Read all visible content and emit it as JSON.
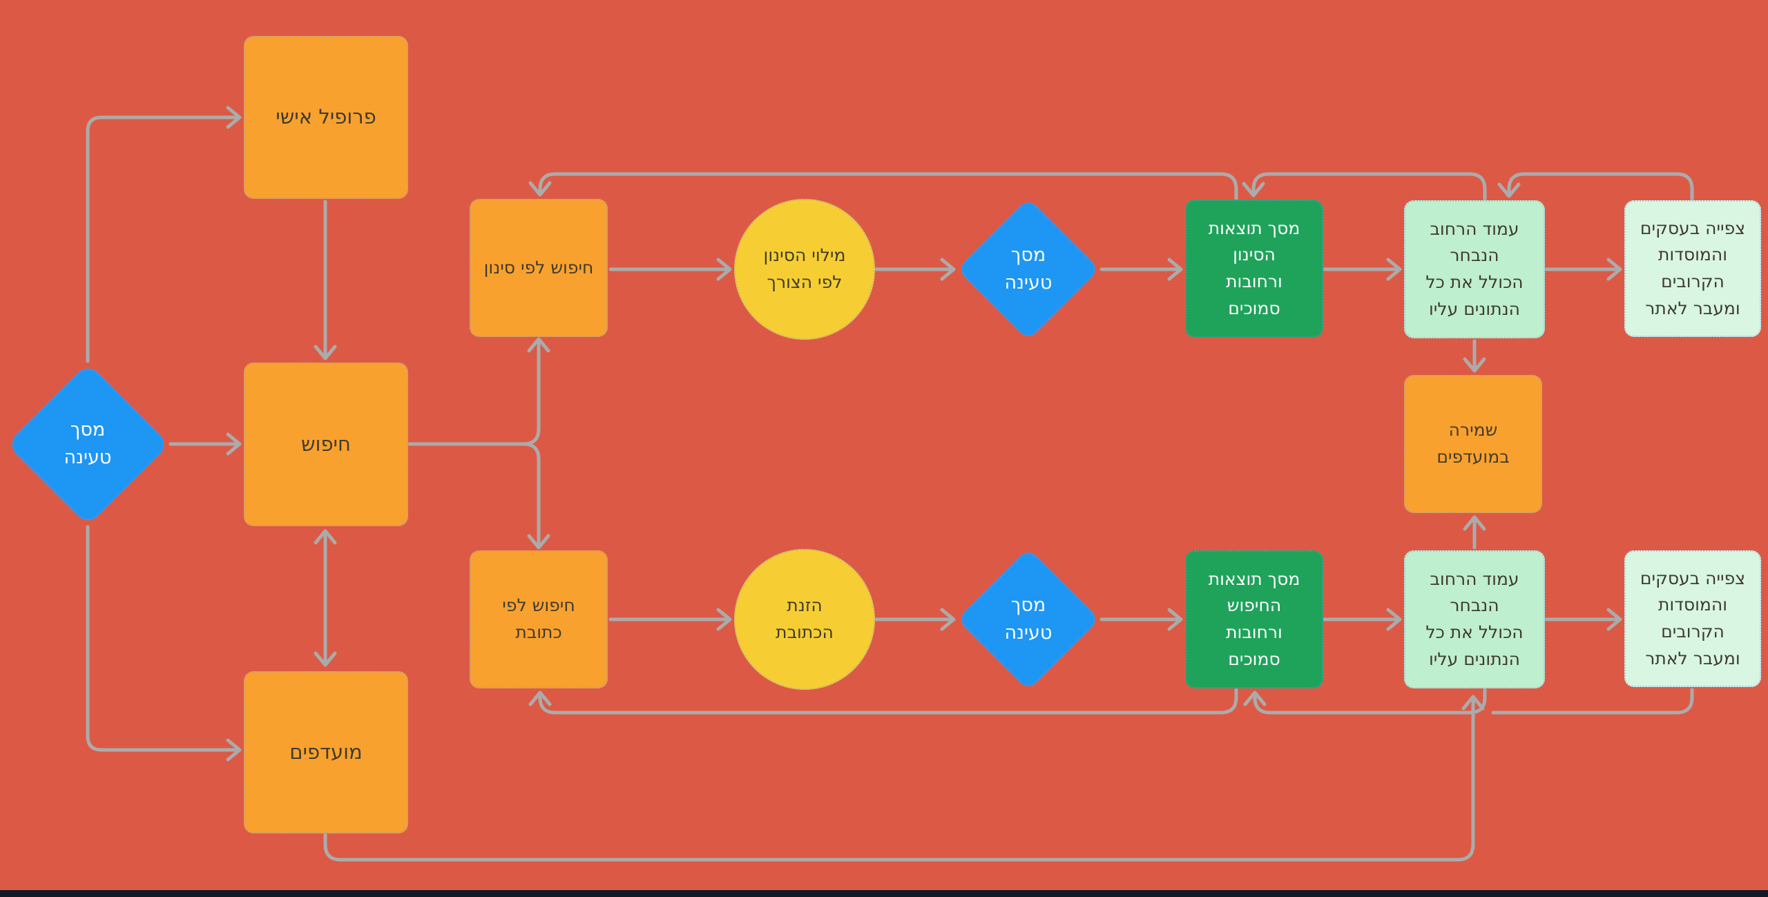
{
  "canvas": {
    "background_color": "#dc5a45",
    "connector_color": "#ababab",
    "bottom_edge_color": "#121826"
  },
  "colors": {
    "orange_shape": "#f9a12e",
    "yellow_circle": "#f6ce33",
    "blue_diamond": "#1e96f3",
    "green_shape": "#1fa35a",
    "mint_shape": "#beefce",
    "light_mint_shape": "#d8f6e1",
    "dark_text": "#3f3b30",
    "light_text": "#ffffff"
  },
  "nodes": {
    "loading_main": {
      "type": "diamond",
      "label": "מסך\nטעינה"
    },
    "profile": {
      "type": "square",
      "label": "פרופיל אישי"
    },
    "search": {
      "type": "square",
      "label": "חיפוש"
    },
    "favorites": {
      "type": "square",
      "label": "מועדפים"
    },
    "filter_search": {
      "type": "square",
      "label": "חיפוש לפי סינון"
    },
    "address_search": {
      "type": "square",
      "label": "חיפוש לפי\nכתובת"
    },
    "fill_filter": {
      "type": "circle",
      "label": "מילוי הסינון\nלפי הצורך"
    },
    "enter_address": {
      "type": "circle",
      "label": "הזנת\nהכתובת"
    },
    "loading_top": {
      "type": "diamond",
      "label": "מסך\nטעינה"
    },
    "loading_bottom": {
      "type": "diamond",
      "label": "מסך\nטעינה"
    },
    "filter_results": {
      "type": "square",
      "label": "מסך תוצאות\nהסינון\nורחובות\nסמוכים"
    },
    "search_results": {
      "type": "square",
      "label": "מסך תוצאות\nהחיפוש\nורחובות\nסמוכים"
    },
    "street_page_top": {
      "type": "square",
      "label": "עמוד הרחוב\nהנבחר\nהכולל את כל\nהנתונים עליו"
    },
    "street_page_bottom": {
      "type": "square",
      "label": "עמוד הרחוב\nהנבחר\nהכולל את כל\nהנתונים עליו"
    },
    "save_favorites": {
      "type": "square",
      "label": "שמירה\nבמועדפים"
    },
    "businesses_top": {
      "type": "square",
      "label": "צפייה בעסקים\nוהמוסדות\nהקרובים\nומעבר לאתר"
    },
    "businesses_bottom": {
      "type": "square",
      "label": "צפייה בעסקים\nוהמוסדות\nהקרובים\nומעבר לאתר"
    }
  },
  "connectors": [
    {
      "from": "loading_main",
      "to": "profile"
    },
    {
      "from": "loading_main",
      "to": "search"
    },
    {
      "from": "loading_main",
      "to": "favorites"
    },
    {
      "from": "profile",
      "to": "search"
    },
    {
      "from": "search",
      "to": "favorites",
      "bidirectional": true
    },
    {
      "from": "search",
      "to": "filter_search"
    },
    {
      "from": "search",
      "to": "address_search"
    },
    {
      "from": "filter_search",
      "to": "fill_filter"
    },
    {
      "from": "fill_filter",
      "to": "loading_top"
    },
    {
      "from": "loading_top",
      "to": "filter_results"
    },
    {
      "from": "filter_results",
      "to": "street_page_top"
    },
    {
      "from": "street_page_top",
      "to": "businesses_top"
    },
    {
      "from": "street_page_top",
      "to": "save_favorites"
    },
    {
      "from": "street_page_bottom",
      "to": "save_favorites"
    },
    {
      "from": "address_search",
      "to": "enter_address"
    },
    {
      "from": "enter_address",
      "to": "loading_bottom"
    },
    {
      "from": "loading_bottom",
      "to": "search_results"
    },
    {
      "from": "search_results",
      "to": "street_page_bottom"
    },
    {
      "from": "street_page_bottom",
      "to": "businesses_bottom"
    },
    {
      "from": "filter_results",
      "to": "filter_search",
      "kind": "feedback-top"
    },
    {
      "from": "street_page_top",
      "to": "filter_results",
      "kind": "feedback-top"
    },
    {
      "from": "businesses_top",
      "to": "street_page_top",
      "kind": "feedback-top"
    },
    {
      "from": "search_results",
      "to": "address_search",
      "kind": "feedback-bottom"
    },
    {
      "from": "street_page_bottom",
      "to": "search_results",
      "kind": "feedback-bottom"
    },
    {
      "from": "businesses_bottom",
      "to": "street_page_bottom",
      "kind": "feedback-bottom"
    },
    {
      "from": "favorites",
      "to": "street_page_bottom",
      "kind": "feedback-bottom"
    }
  ]
}
